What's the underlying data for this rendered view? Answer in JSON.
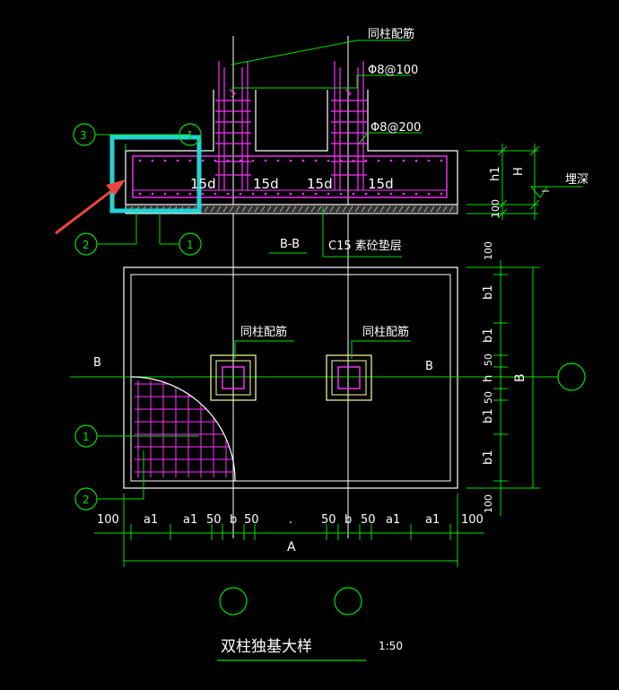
{
  "colors": {
    "background": "#000000",
    "green": "#00e000",
    "white": "#ffffff",
    "magenta": "#ff33ff",
    "yellow": "#ffff99",
    "cyan_highlight": "#22d3d3",
    "arrow_red": "#e8473f",
    "hatch_grey": "#bfbfbf"
  },
  "section": {
    "label": "B-B",
    "rebar_label_top": "同柱配筋",
    "rebar_spec_1": "Φ8@100",
    "rebar_spec_2": "Φ8@200",
    "anchor_len_1": "15d",
    "anchor_len_2": "15d",
    "anchor_len_3": "15d",
    "anchor_len_4": "15d",
    "bed_label": "C15 素砼垫层",
    "height_label": "H",
    "h1_label": "h1",
    "bed_thickness": "100",
    "burial_label": "埋深",
    "callout_3": "3",
    "callout_1_top": "1",
    "callout_2": "2",
    "callout_1_bottom": "1"
  },
  "plan": {
    "label_b_left": "B",
    "label_b_right": "B",
    "column_rebar_left": "同柱配筋",
    "column_rebar_right": "同柱配筋",
    "callout_1": "1",
    "callout_2": "2",
    "dim_bottom": [
      "100",
      "a1",
      "a1",
      "50",
      "b",
      "50",
      ".",
      "50",
      "b",
      "50",
      "a1",
      "a1",
      "100"
    ],
    "dim_total": "A",
    "dim_right": [
      "100",
      "b1",
      "b1",
      "50",
      "h",
      "50",
      "b1",
      "b1",
      "100"
    ],
    "dim_right_total": "B"
  },
  "title": {
    "main": "双柱独基大样",
    "scale": "1:50"
  }
}
